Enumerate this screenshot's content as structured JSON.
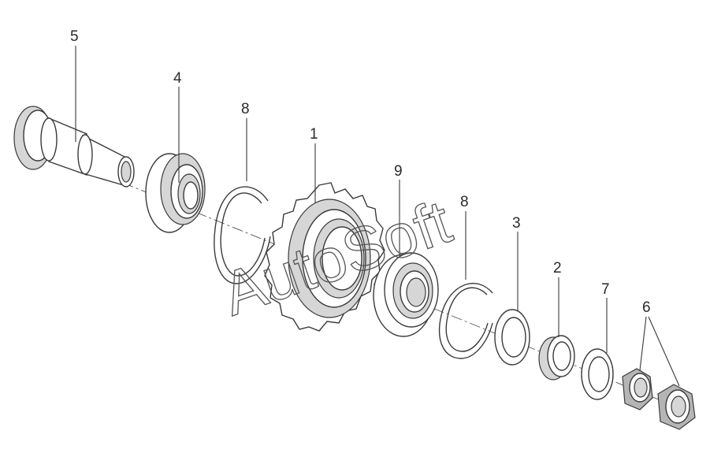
{
  "watermark": "AutoSoft",
  "callouts": [
    {
      "id": "1",
      "label": "1"
    },
    {
      "id": "2",
      "label": "2"
    },
    {
      "id": "3",
      "label": "3"
    },
    {
      "id": "4",
      "label": "4"
    },
    {
      "id": "5",
      "label": "5"
    },
    {
      "id": "6",
      "label": "6"
    },
    {
      "id": "7",
      "label": "7"
    },
    {
      "id": "8a",
      "label": "8"
    },
    {
      "id": "8b",
      "label": "8"
    },
    {
      "id": "9",
      "label": "9"
    }
  ]
}
